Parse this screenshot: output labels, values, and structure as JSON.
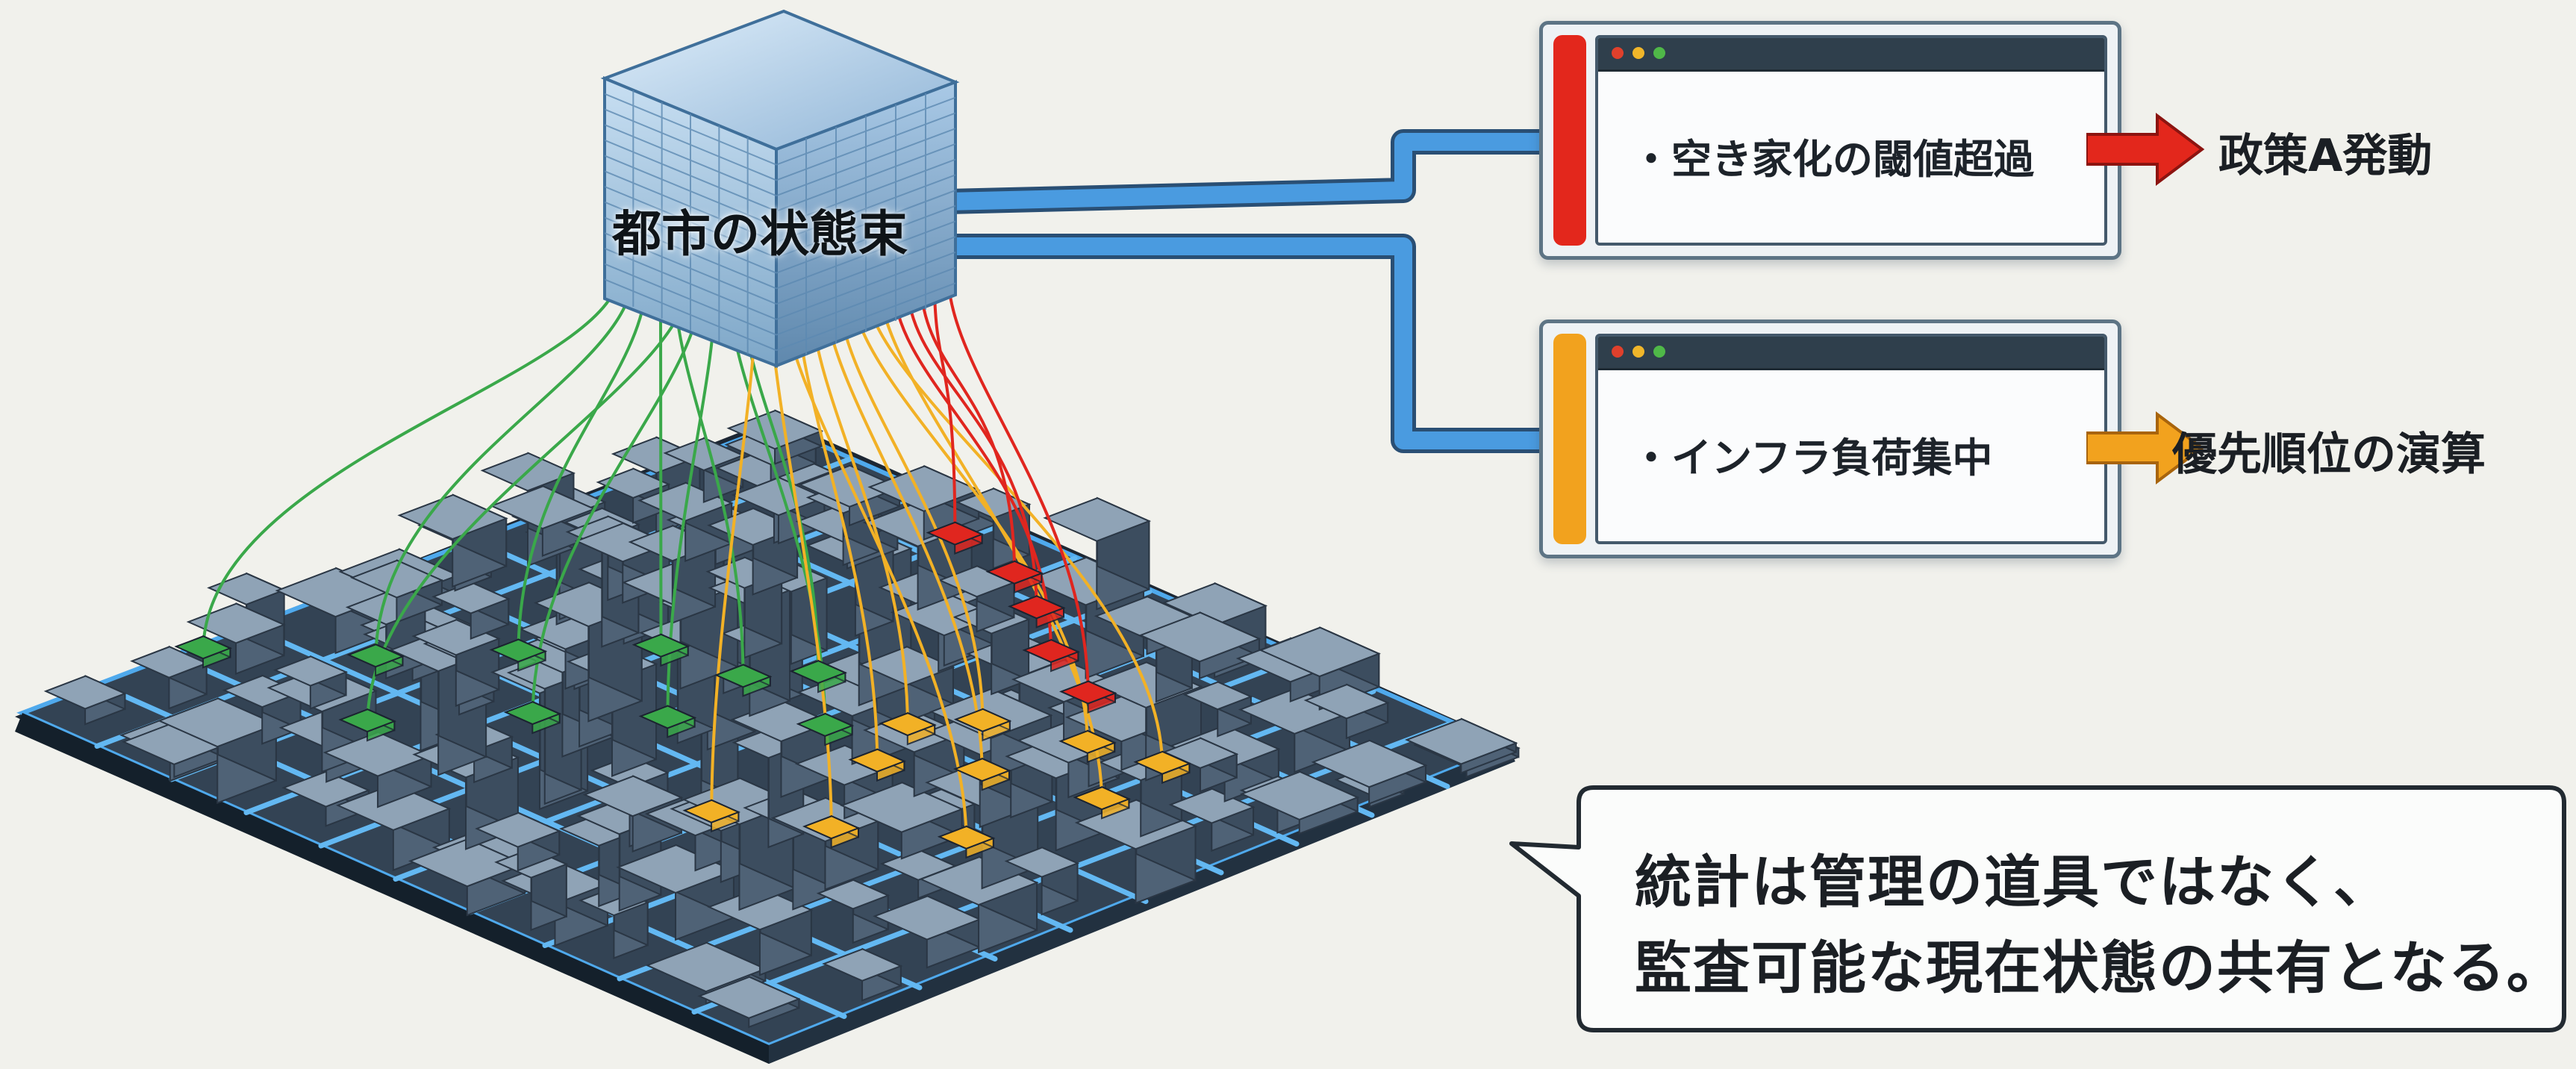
{
  "hub": {
    "label": "都市の状態束"
  },
  "alerts": [
    {
      "label": "・空き家化の閾値超過",
      "status_color": "#e3271c",
      "result": "政策A発動"
    },
    {
      "label": "・インフラ負荷集中",
      "status_color": "#f2a21e",
      "result": "優先順位の演算"
    }
  ],
  "note": {
    "line1": "統計は管理の道具ではなく、",
    "line2": "監査可能な現在状態の共有となる。"
  },
  "colors": {
    "green": "#3aa84a",
    "yellow": "#f2b126",
    "red": "#e0261f",
    "pipe": "#3b82c4",
    "grid": "#2e3d4e",
    "street": "#5fb5f0"
  }
}
